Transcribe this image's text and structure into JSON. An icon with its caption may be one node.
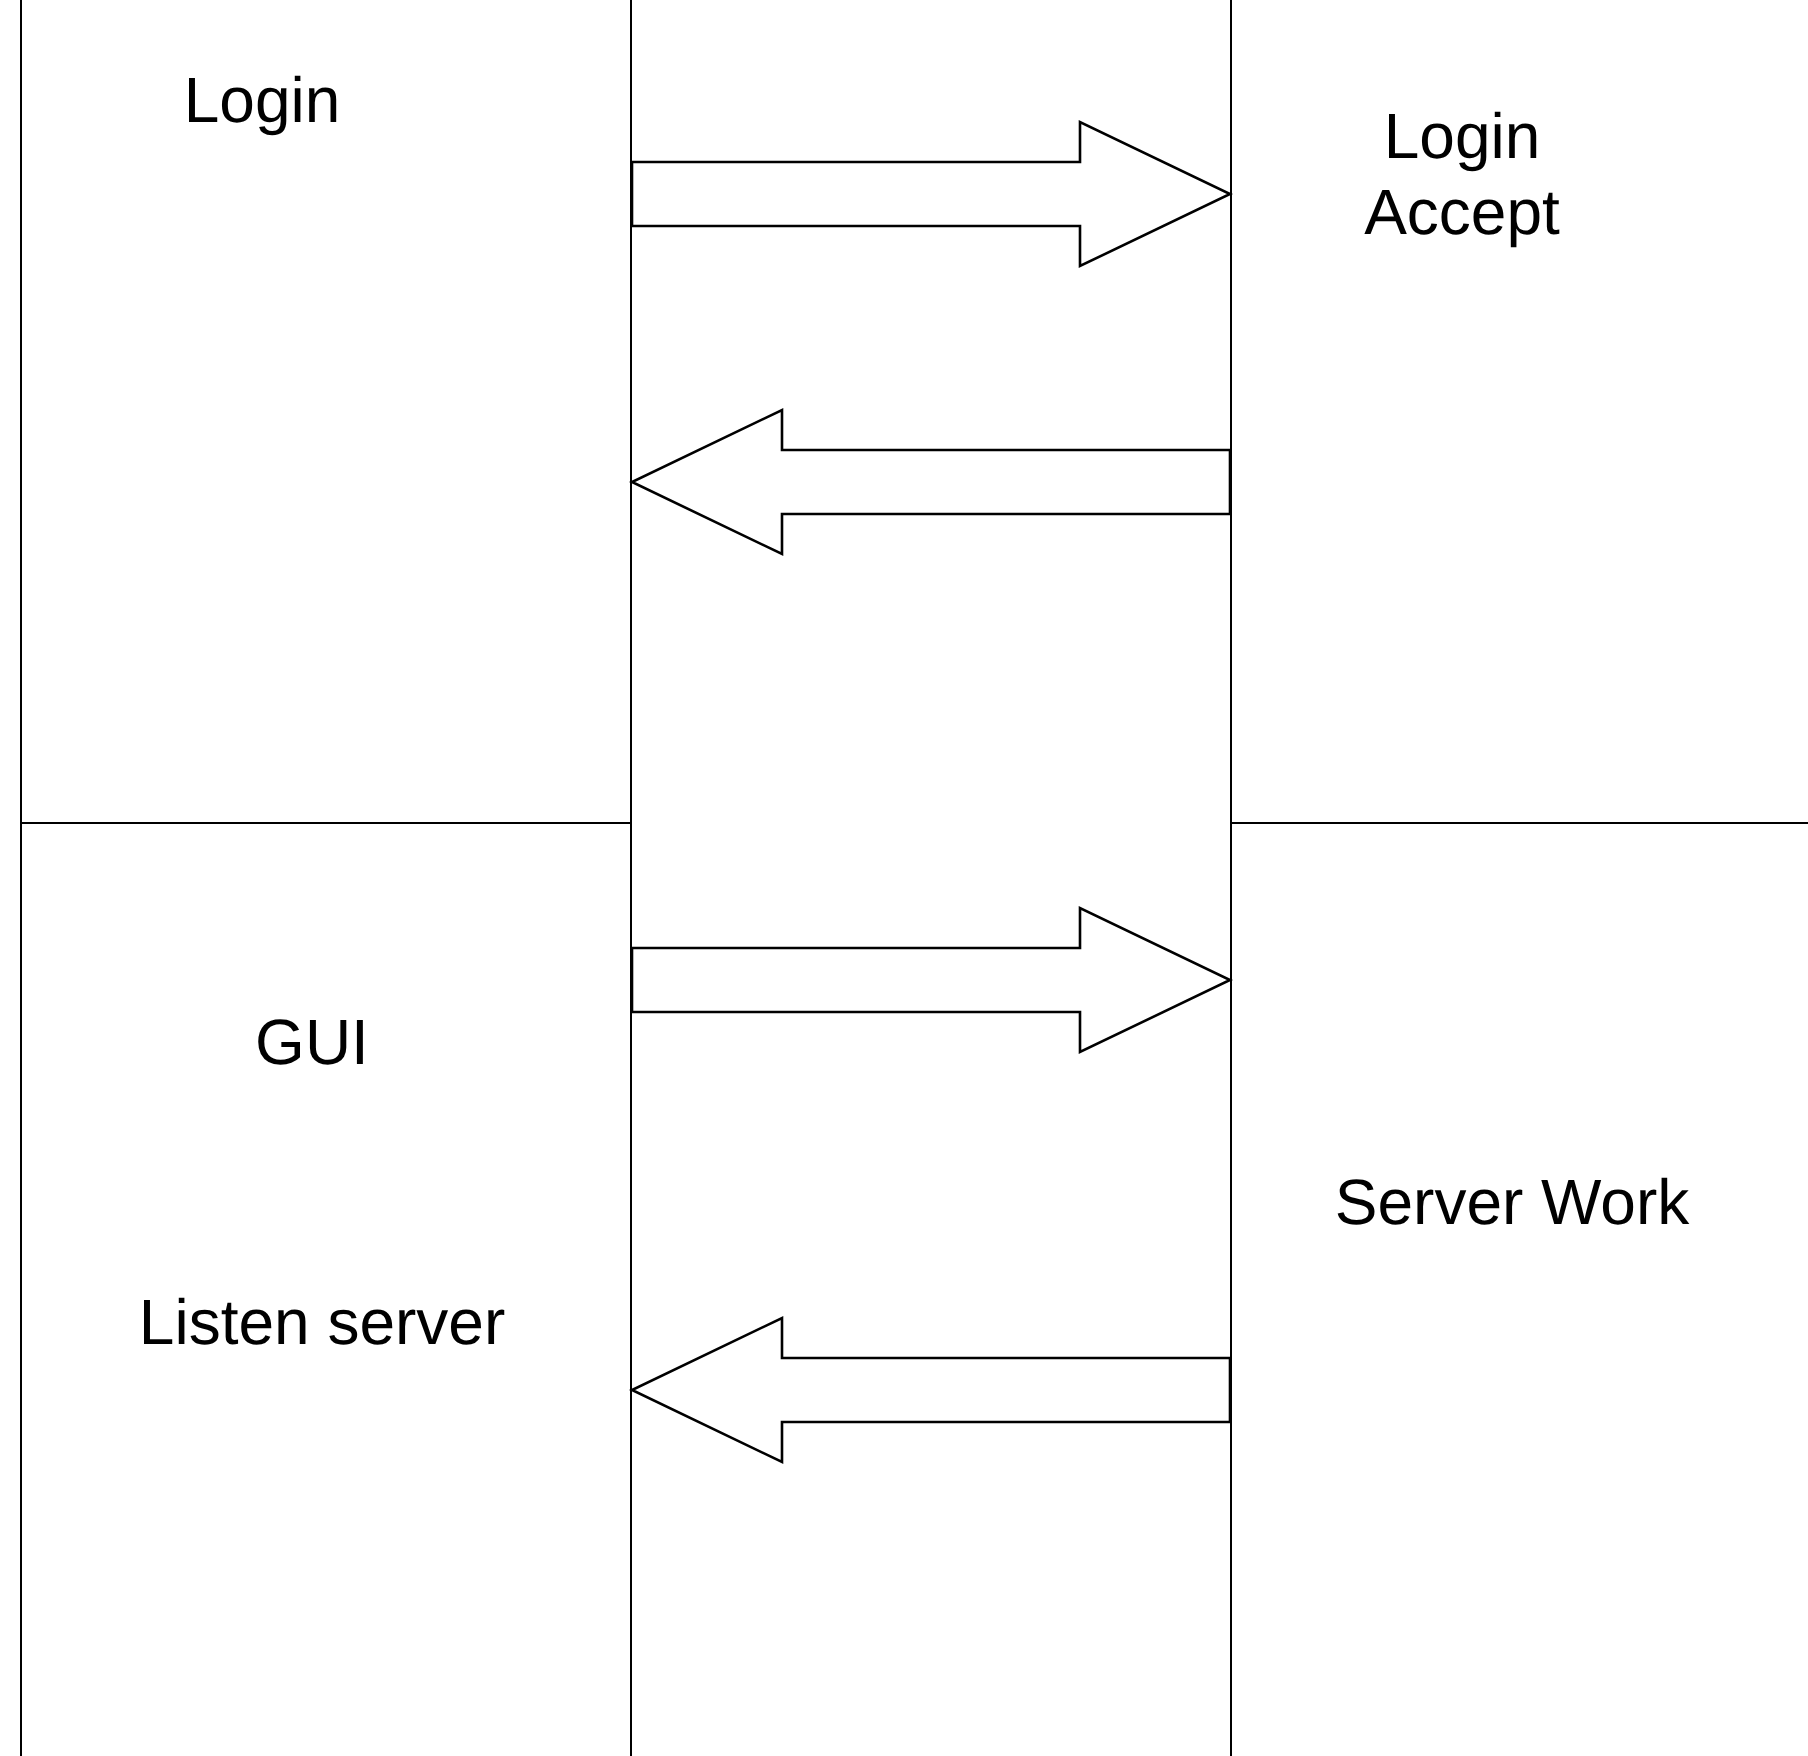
{
  "diagram": {
    "nodes": [
      {
        "text": [
          "Login"
        ]
      },
      {
        "text": [
          "Login Accept"
        ]
      },
      {
        "text": [
          "GUI",
          "Listen server"
        ]
      },
      {
        "text": [
          "Server Work"
        ]
      }
    ],
    "edges": [
      {
        "from": 0,
        "to": 1,
        "arrow": "to"
      },
      {
        "from": 1,
        "to": 0,
        "arrow": "to"
      },
      {
        "from": 2,
        "to": 3,
        "arrow": "to"
      },
      {
        "from": 3,
        "to": 2,
        "arrow": "to"
      }
    ]
  }
}
